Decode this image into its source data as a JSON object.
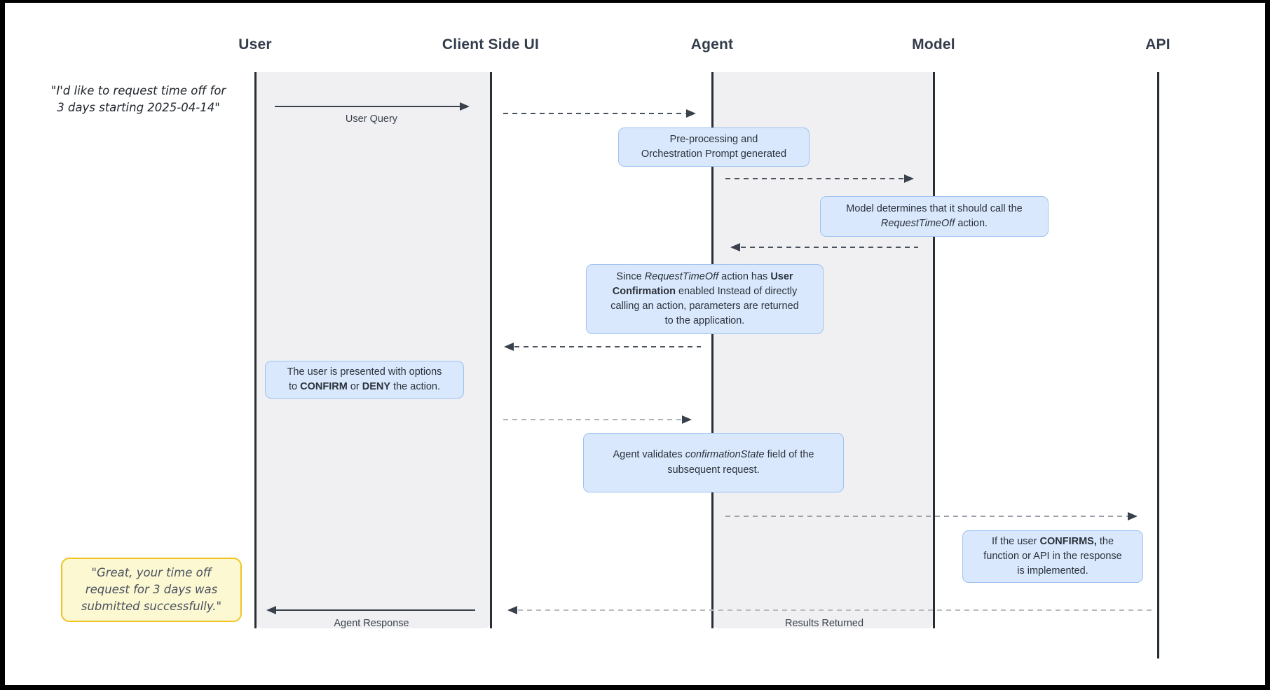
{
  "diagram_type": "sequence-diagram",
  "actors": [
    {
      "label": "User"
    },
    {
      "label": "Client Side UI"
    },
    {
      "label": "Agent"
    },
    {
      "label": "Model"
    },
    {
      "label": "API"
    }
  ],
  "quotes": {
    "user_request": "\"I'd like to request time off for\n3 days starting 2025-04-14\"",
    "agent_success": "\"Great, your time off\nrequest for 3 days was\nsubmitted successfully.\""
  },
  "message_labels": {
    "user_query": "User Query",
    "agent_response": "Agent Response",
    "results_returned": "Results Returned"
  },
  "notes": {
    "preprocessing": [
      {
        "t": "Pre-processing and\nOrchestration Prompt generated"
      }
    ],
    "model_determines": [
      {
        "t": "Model determines that it should call the\n"
      },
      {
        "t": "RequestTimeOff",
        "i": true
      },
      {
        "t": " action."
      }
    ],
    "user_confirmation": [
      {
        "t": "Since "
      },
      {
        "t": "RequestTimeOff",
        "i": true
      },
      {
        "t": " action has "
      },
      {
        "t": "User\nConfirmation",
        "b": true
      },
      {
        "t": " enabled Instead of directly\ncalling an action, parameters are returned\nto the application."
      }
    ],
    "confirm_deny": [
      {
        "t": "The user is presented with options\nto "
      },
      {
        "t": "CONFIRM",
        "b": true
      },
      {
        "t": " or "
      },
      {
        "t": "DENY",
        "b": true
      },
      {
        "t": " the action."
      }
    ],
    "validates_state": [
      {
        "t": "Agent validates "
      },
      {
        "t": "confirmationState",
        "i": true
      },
      {
        "t": " field of the\nsubsequent request."
      }
    ],
    "if_confirms": [
      {
        "t": "If the user "
      },
      {
        "t": "CONFIRMS,",
        "b": true
      },
      {
        "t": " the\nfunction or API in the response\nis implemented."
      }
    ]
  },
  "colors": {
    "note_fill": "#d9e8fc",
    "note_border": "#9fc3f0",
    "quote_fill": "#fbf8d2",
    "quote_border": "#f1c322",
    "band": "#f0f0f2",
    "lifeline": "#272e36",
    "arrow_dark": "#49525c",
    "arrow_light": "#aeb3ba",
    "header_text": "#323c4b"
  }
}
